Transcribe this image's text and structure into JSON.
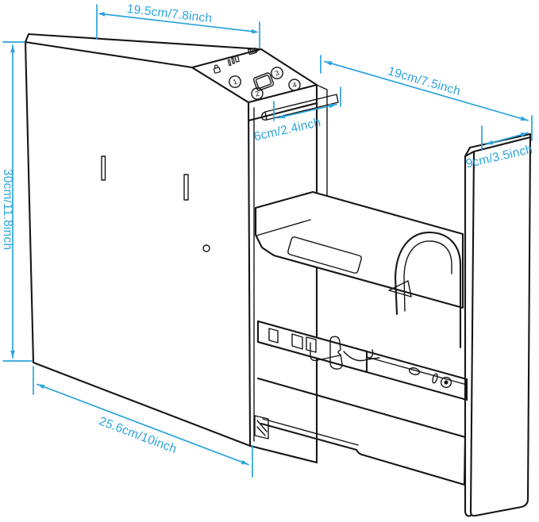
{
  "diagram": {
    "description": "Line drawing of a biometric slide-out drawer safe with dimension annotations",
    "accent_color": "#2CA4DC",
    "line_color": "#161616",
    "dimensions": {
      "top_width": "19.5cm/7.8inch",
      "side_depth": "19cm/7.5inch",
      "height": "30cm/11.8inch",
      "slot_width": "6cm/2.4inch",
      "panel_depth": "9cm/3.5inch",
      "bottom_width": "25.6cm/10inch"
    },
    "keypad": {
      "button_1": "1",
      "button_2": "2",
      "button_3": "3",
      "button_4": "4",
      "sensor": "fingerprint-sensor",
      "indicator_icons": [
        "padlock-icon",
        "led-display-icon",
        "battery-icon"
      ]
    }
  }
}
